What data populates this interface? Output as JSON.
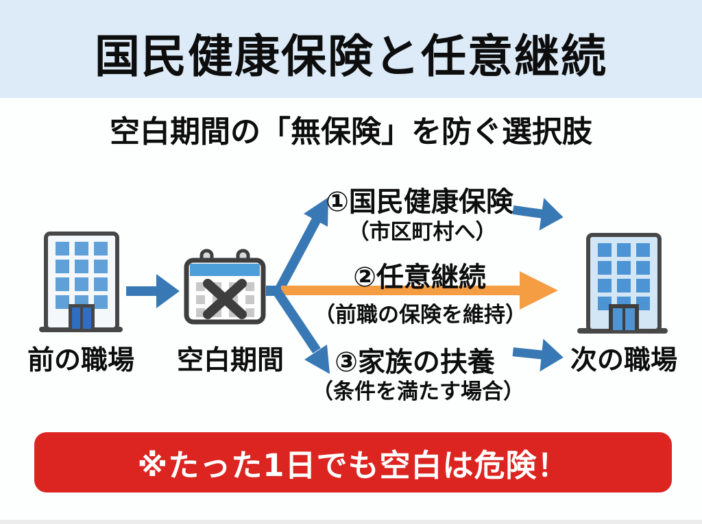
{
  "header": {
    "title": "国民健康保険と任意継続"
  },
  "subtitle": "空白期間の「無保険」を防ぐ選択肢",
  "flow": {
    "previous_workplace_label": "前の職場",
    "gap_period_label": "空白期間",
    "next_workplace_label": "次の職場",
    "options": [
      {
        "label": "①国民健康保険",
        "note": "（市区町村へ）"
      },
      {
        "label": "②任意継続",
        "note": "（前職の保険を維持）"
      },
      {
        "label": "③家族の扶養",
        "note": "（条件を満たす場合）"
      }
    ]
  },
  "warning": {
    "text": "※たった1日でも空白は危険！"
  },
  "colors": {
    "header_bg": "#dcebf7",
    "arrow_blue": "#3878b4",
    "arrow_orange": "#f59d42",
    "banner_red": "#dc2420",
    "text_dark": "#0d0d0d",
    "building_window_blue": "#4f96d5",
    "calendar_header_blue": "#4d9fd9"
  }
}
